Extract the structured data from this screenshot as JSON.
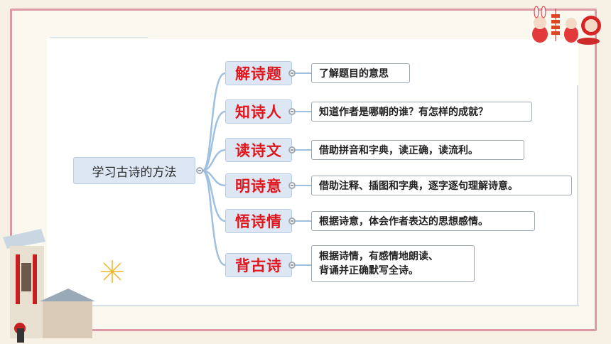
{
  "diagram": {
    "root_label": "学习古诗的方法",
    "branches": [
      {
        "method": "解诗题",
        "desc": [
          "了解题目的意思"
        ]
      },
      {
        "method": "知诗人",
        "desc": [
          "知道作者是哪朝的谁？有怎样的成就？"
        ]
      },
      {
        "method": "读诗文",
        "desc": [
          "借助拼音和字典，读正确，读流利。"
        ]
      },
      {
        "method": "明诗意",
        "desc": [
          "借助注释、插图和字典，逐字逐句理解诗意。"
        ]
      },
      {
        "method": "悟诗情",
        "desc": [
          "根据诗意，体会作者表达的思想感情。"
        ]
      },
      {
        "method": "背古诗",
        "desc": [
          "根据诗情，有感情地朗读、",
          "背诵并正确默写全诗。"
        ]
      }
    ]
  },
  "colors": {
    "method_text": "#e0161d",
    "node_fill": "#dde7f4",
    "connector": "#9fc0df",
    "frame": "#dc9aa7"
  },
  "icons": [
    "rabbit-decoration-icon",
    "firecracker-icon",
    "lantern-icon",
    "house-decoration-icon",
    "firework-icon"
  ]
}
